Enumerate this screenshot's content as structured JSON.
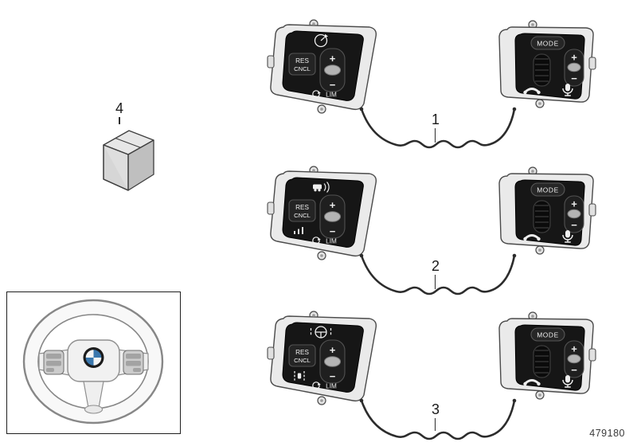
{
  "diagram": {
    "part_number": "479180",
    "line_color": "#2c2c2c",
    "accent_blue": "#3a77ad"
  },
  "callouts": [
    {
      "label": "1"
    },
    {
      "label": "2"
    },
    {
      "label": "3"
    },
    {
      "label": "4"
    }
  ],
  "rows": [
    {
      "callout": "1",
      "left": {
        "top_icon": "cruise-control-icon",
        "res": "RES",
        "cncl": "CNCL",
        "plus": "+",
        "minus": "−",
        "lim": "LIM",
        "lim_icon": "limiter-arrow-icon"
      },
      "right": {
        "mode": "MODE",
        "plus": "+",
        "minus": "−",
        "wheel_icon": "scroll-wheel",
        "phone_icon": "phone-icon",
        "mic_icon": "voice-mic-icon"
      }
    },
    {
      "callout": "2",
      "left": {
        "top_icon": "distance-control-icon",
        "aux_icon": "distance-bars-icon",
        "res": "RES",
        "cncl": "CNCL",
        "plus": "+",
        "minus": "−",
        "lim": "LIM",
        "lim_icon": "limiter-arrow-icon"
      },
      "right": {
        "mode": "MODE",
        "plus": "+",
        "minus": "−",
        "wheel_icon": "scroll-wheel",
        "phone_icon": "phone-icon",
        "mic_icon": "voice-mic-icon"
      }
    },
    {
      "callout": "3",
      "left": {
        "top_icon": "steering-assist-icon",
        "aux_icon": "lane-keep-icon",
        "res": "RES",
        "cncl": "CNCL",
        "plus": "+",
        "minus": "−",
        "lim": "LIM",
        "lim_icon": "limiter-arrow-icon"
      },
      "right": {
        "mode": "MODE",
        "plus": "+",
        "minus": "−",
        "wheel_icon": "scroll-wheel",
        "phone_icon": "phone-icon",
        "mic_icon": "voice-mic-icon"
      }
    }
  ],
  "box_item": {
    "callout": "4"
  },
  "steering_wheel": {
    "emblem": "bmw-roundel-icon"
  }
}
